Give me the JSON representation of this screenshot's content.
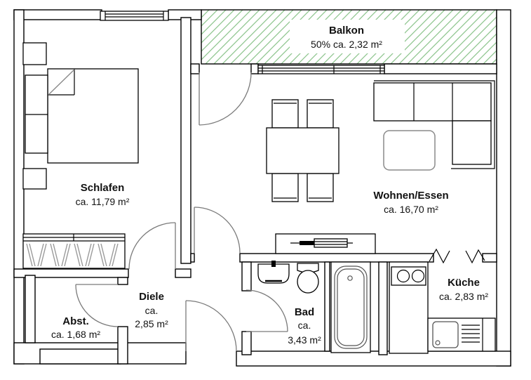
{
  "rooms": {
    "balkon": {
      "name": "Balkon",
      "area": "50% ca. 2,32 m²"
    },
    "schlafen": {
      "name": "Schlafen",
      "area": "ca. 11,79 m²"
    },
    "wohnen": {
      "name": "Wohnen/Essen",
      "area": "ca. 16,70 m²"
    },
    "diele": {
      "name": "Diele",
      "area1": "ca.",
      "area2": "2,85 m²"
    },
    "abst": {
      "name": "Abst.",
      "area": "ca. 1,68 m²"
    },
    "bad": {
      "name": "Bad",
      "area1": "ca.",
      "area2": "3,43 m²"
    },
    "kueche": {
      "name": "Küche",
      "area": "ca. 2,83 m²"
    }
  },
  "colors": {
    "wall_line": "#000000",
    "door_swing": "#7a7a7a",
    "balcony_hatch": "#8cc48c",
    "furniture_gray": "#8a8a8a",
    "background": "#ffffff"
  },
  "symbols": [
    "bed",
    "wardrobe-clothes",
    "dining-table",
    "chair",
    "sofa",
    "coffee-table",
    "sideboard-tv",
    "washbasin",
    "toilet",
    "bathtub",
    "cooktop",
    "kitchen-sink",
    "drainboard",
    "door-swing",
    "window",
    "duct",
    "wall-break"
  ]
}
